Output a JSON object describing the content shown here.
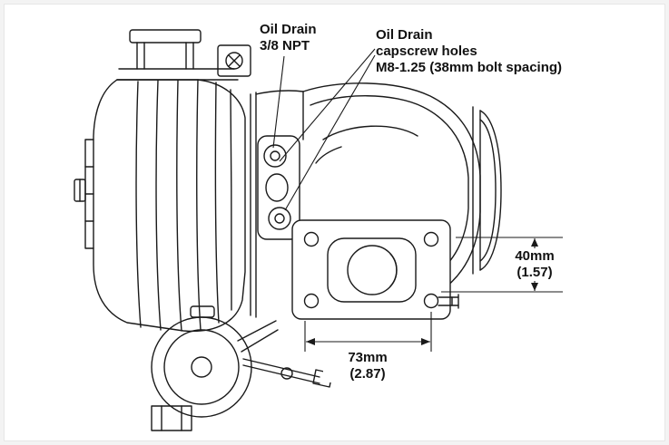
{
  "colors": {
    "line": "#1a1a1a",
    "background": "#ffffff",
    "frame": "#f3f3f3"
  },
  "labels": {
    "oil_drain_npt": {
      "line1": "Oil Drain",
      "line2": "3/8 NPT"
    },
    "capscrew_holes": {
      "line1": "Oil Drain",
      "line2": "capscrew holes",
      "line3": "M8-1.25 (38mm bolt spacing)"
    },
    "dim_40": {
      "primary": "40mm",
      "secondary": "(1.57)"
    },
    "dim_73": {
      "primary": "73mm",
      "secondary": "(2.87)"
    }
  }
}
